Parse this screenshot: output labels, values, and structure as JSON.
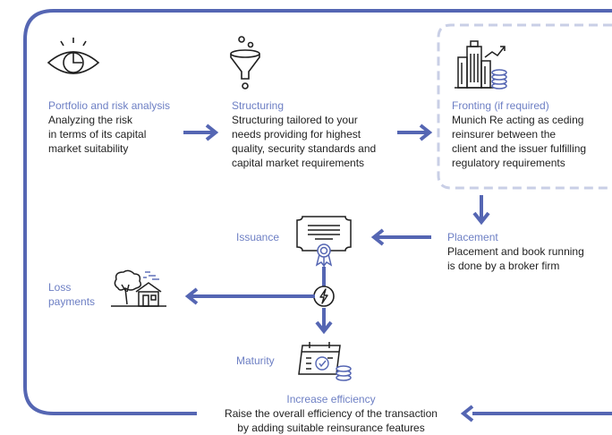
{
  "colors": {
    "accent": "#5566b3",
    "accent_light": "#8b99d4",
    "title_text": "#6d7fc4",
    "body_text": "#1f1f1f",
    "dashed_box": "#c9cfe6"
  },
  "steps": {
    "portfolio": {
      "icon": "eye-chart-icon",
      "title": "Portfolio and risk analysis",
      "lines": [
        "Analyzing the risk",
        "in terms of its capital",
        "market suitability"
      ]
    },
    "structuring": {
      "icon": "funnel-icon",
      "title": "Structuring",
      "lines": [
        "Structuring tailored to your",
        "needs providing for highest",
        "quality, security standards and",
        "capital market requirements"
      ]
    },
    "fronting": {
      "icon": "building-coins-icon",
      "title": "Fronting (if required)",
      "lines": [
        "Munich Re acting as ceding",
        "reinsurer between the",
        "client and the issuer fulfilling",
        "regulatory requirements"
      ]
    },
    "placement": {
      "title": "Placement",
      "lines": [
        "Placement and book running",
        "is done by a broker firm"
      ]
    },
    "issuance": {
      "icon": "certificate-icon",
      "title": "Issuance"
    },
    "trigger": {
      "icon": "lightning-icon"
    },
    "loss": {
      "icon": "storm-house-icon",
      "title_lines": [
        "Loss",
        "payments"
      ]
    },
    "maturity": {
      "icon": "calendar-coins-icon",
      "title": "Maturity"
    },
    "efficiency": {
      "title": "Increase efficiency",
      "lines": [
        "Raise the overall efficiency of the transaction",
        "by adding suitable reinsurance features"
      ]
    }
  }
}
